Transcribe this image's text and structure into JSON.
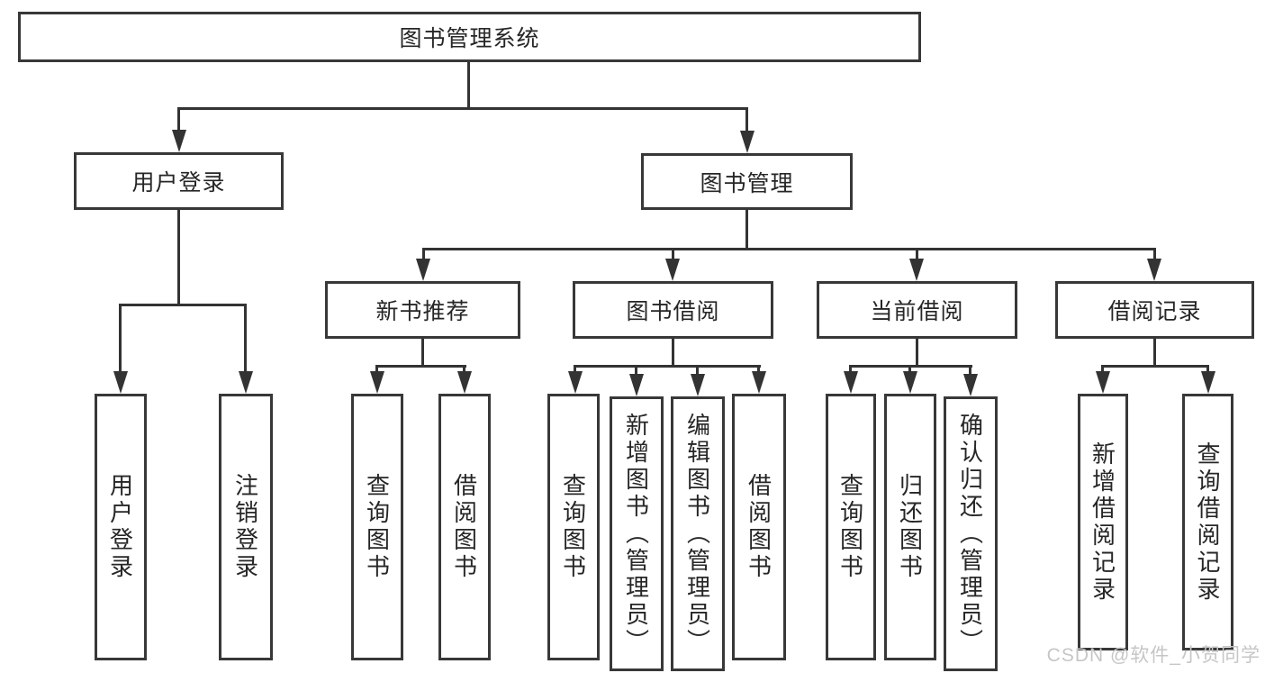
{
  "diagram": {
    "title": {
      "label": "图书管理系统"
    },
    "user_login": {
      "label": "用户登录",
      "children": [
        {
          "label": "用户登录"
        },
        {
          "label": "注销登录"
        }
      ]
    },
    "book_management": {
      "label": "图书管理",
      "sections": [
        {
          "label": "新书推荐",
          "children": [
            {
              "label": "查询图书"
            },
            {
              "label": "借阅图书"
            }
          ]
        },
        {
          "label": "图书借阅",
          "children": [
            {
              "label": "查询图书"
            },
            {
              "label": "新增图书（管理员）"
            },
            {
              "label": "编辑图书（管理员）"
            },
            {
              "label": "借阅图书"
            }
          ]
        },
        {
          "label": "当前借阅",
          "children": [
            {
              "label": "查询图书"
            },
            {
              "label": "归还图书"
            },
            {
              "label": "确认归还（管理员）"
            }
          ]
        },
        {
          "label": "借阅记录",
          "children": [
            {
              "label": "新增借阅记录"
            },
            {
              "label": "查询借阅记录"
            }
          ]
        }
      ]
    }
  },
  "watermark": {
    "label": "CSDN @软件_小贺同学"
  },
  "colors": {
    "line": "#333333",
    "border": "#383838",
    "text": "#262626",
    "watermark": "#c6c6c6",
    "background": "#ffffff"
  }
}
